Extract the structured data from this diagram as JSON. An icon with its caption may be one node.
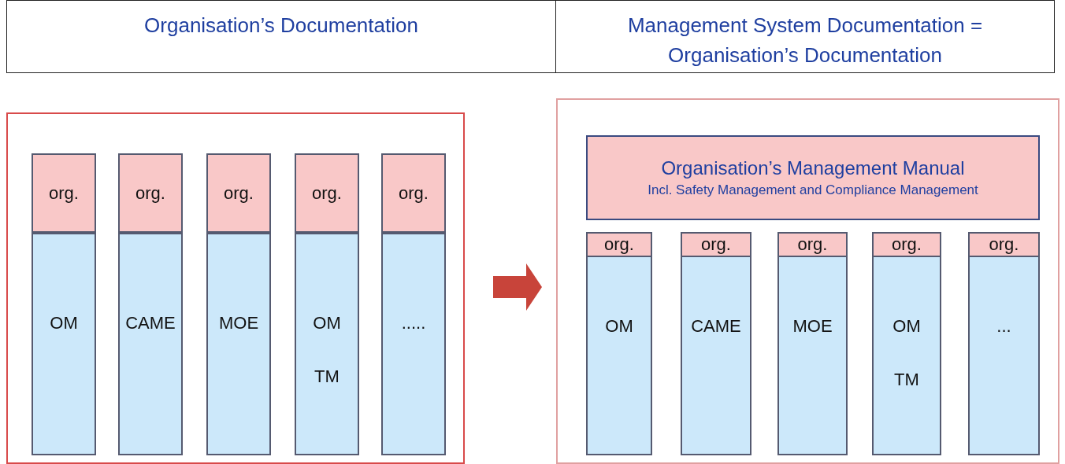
{
  "diagram": {
    "nodes": [
      {
        "text": [],
        "shape": "box"
      },
      {
        "text": [
          "org."
        ],
        "in": 0
      },
      {
        "text": [
          "OM"
        ],
        "in": 0
      },
      {
        "text": [
          "org."
        ],
        "in": 0
      },
      {
        "text": [
          "CAME"
        ],
        "in": 0
      },
      {
        "text": [
          "org."
        ],
        "in": 0
      },
      {
        "text": [
          "MOE"
        ],
        "in": 0
      },
      {
        "text": [
          "org."
        ],
        "in": 0
      },
      {
        "text": [
          "OM",
          "TM"
        ],
        "in": 0
      },
      {
        "text": [
          "org."
        ],
        "in": 0
      },
      {
        "text": [
          "....."
        ],
        "in": 0
      },
      {
        "text": [],
        "shape": "box"
      },
      {
        "text": [
          "Organisation’s Management Manual",
          "Incl. Safety Management and Compliance Management"
        ],
        "in": 11
      },
      {
        "text": [
          "org."
        ],
        "in": 11
      },
      {
        "text": [
          "OM"
        ],
        "in": 11
      },
      {
        "text": [
          "org."
        ],
        "in": 11
      },
      {
        "text": [
          "CAME"
        ],
        "in": 11
      },
      {
        "text": [
          "org."
        ],
        "in": 11
      },
      {
        "text": [
          "MOE"
        ],
        "in": 11
      },
      {
        "text": [
          "org."
        ],
        "in": 11
      },
      {
        "text": [
          "OM",
          "TM"
        ],
        "in": 11
      },
      {
        "text": [
          "org."
        ],
        "in": 11
      },
      {
        "text": [
          "..."
        ],
        "in": 11
      }
    ],
    "edges": [
      {
        "from": 0,
        "to": 11,
        "arrow": "to"
      }
    ],
    "labels": [
      "Organisation’s Documentation",
      "Management System Documentation = Organisation’s Documentation"
    ]
  }
}
